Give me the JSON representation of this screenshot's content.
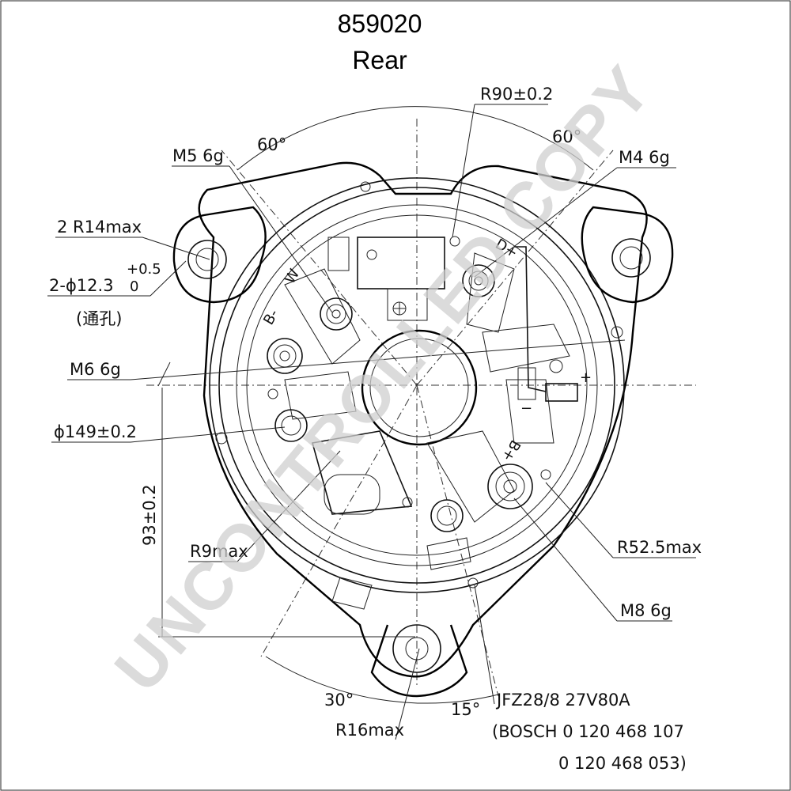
{
  "title": {
    "part_number": "859020",
    "view": "Rear"
  },
  "watermark": "UNCONTROLLED COPY",
  "callouts": {
    "r90": "R90±0.2",
    "m5": "M5  6g",
    "angle_left": "60°",
    "angle_right": "60°",
    "m4": "M4  6g",
    "r14": "2  R14max",
    "hole_dia": "2-ϕ12.3",
    "hole_tol_upper": "+0.5",
    "hole_tol_lower": "0",
    "through_hole": "(通孔)",
    "m6": "M6  6g",
    "phi149": "ϕ149±0.2",
    "dim93": "93±0.2",
    "r9": "R9max",
    "r52": "R52.5max",
    "m8": "M8  6g",
    "angle30": "30°",
    "angle15": "15°",
    "r16": "R16max",
    "model": "JFZ28/8  27V80A",
    "bosch_line1": "(BOSCH  0  120  468  107",
    "bosch_line2": "0  120  468  053)"
  },
  "terminal_marks": {
    "w": "W",
    "b_minus": "B-",
    "d_plus": "D+",
    "b_plus": "B+",
    "plus": "+",
    "minus": "−"
  },
  "colors": {
    "line": "#000000",
    "watermark": "#cfcfcf",
    "background": "#ffffff"
  }
}
